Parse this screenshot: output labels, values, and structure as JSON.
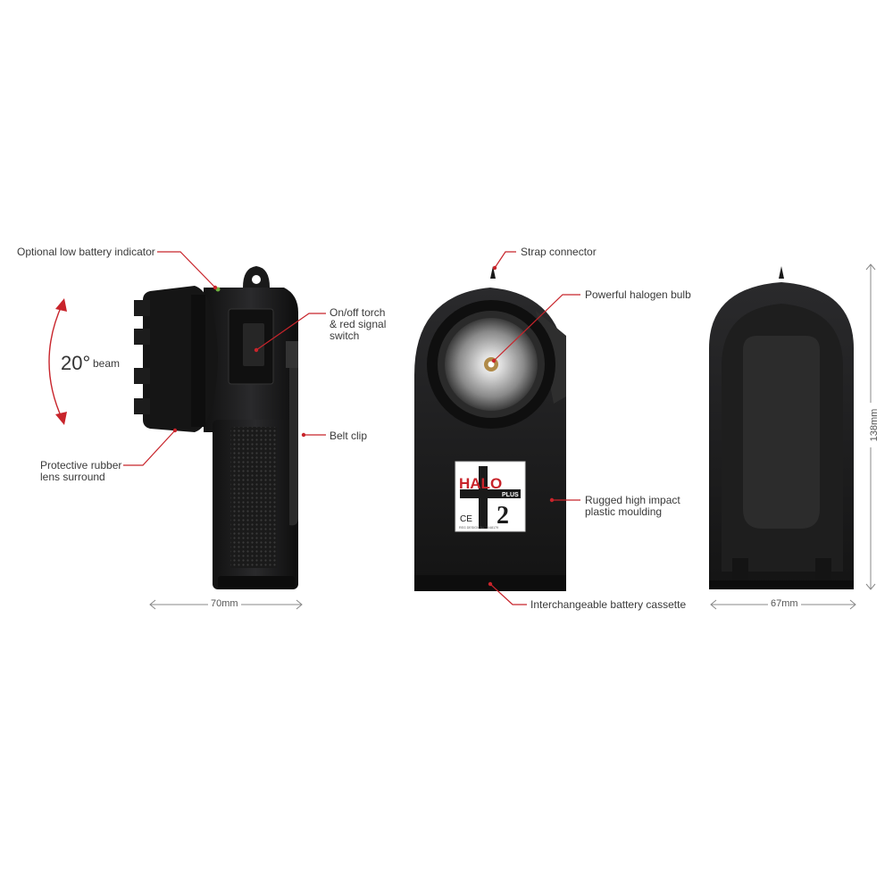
{
  "callouts": {
    "low_battery": "Optional low battery indicator",
    "switch": "On/off torch\n& red signal\nswitch",
    "belt_clip": "Belt clip",
    "lens_surround": "Protective rubber\nlens surround",
    "strap": "Strap connector",
    "bulb": "Powerful halogen bulb",
    "moulding": "Rugged high impact\nplastic moulding",
    "cassette": "Interchangeable battery cassette"
  },
  "beam": {
    "degrees": "20°",
    "word": "beam"
  },
  "dimensions": {
    "side_width": "70mm",
    "front_height": "138mm",
    "back_width": "67mm"
  },
  "badge": {
    "brand": "HALO",
    "plus": "PLUS",
    "number": "2",
    "ce": "CE",
    "reg": "REG DESIGN No. 1048179"
  },
  "colors": {
    "accent": "#c8242b",
    "body": "#1c1c1e",
    "dimension_line": "#888888"
  }
}
